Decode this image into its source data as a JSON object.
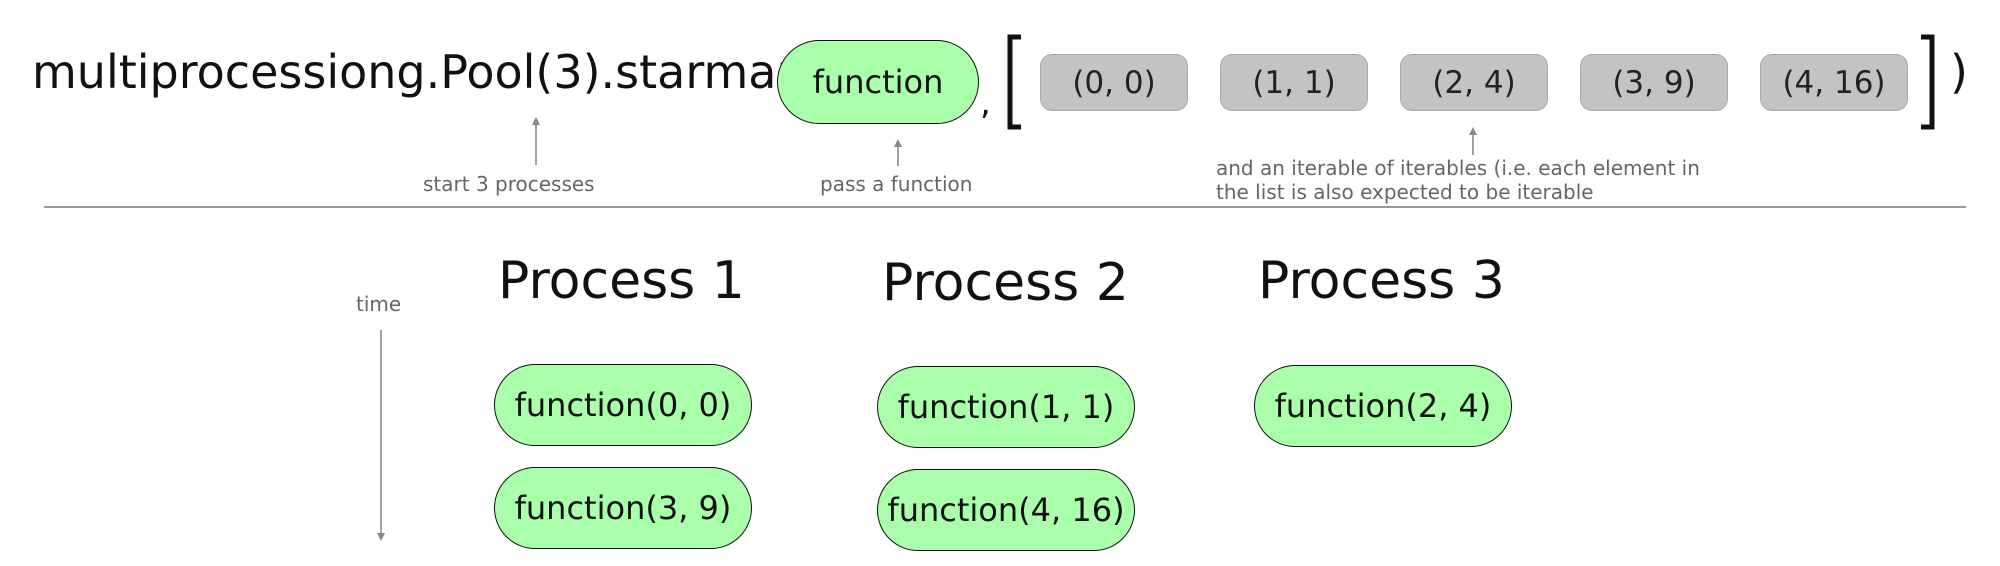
{
  "call": {
    "prefix": "multiprocessiong.Pool(3).starmap(",
    "function_label": "function",
    "comma": ",",
    "close_paren": ")"
  },
  "iterables": [
    "(0, 0)",
    "(1, 1)",
    "(2, 4)",
    "(3, 9)",
    "(4, 16)"
  ],
  "annotations": {
    "processes": "start 3 processes",
    "function": "pass a function",
    "iterable_line1": "and an iterable of iterables (i.e. each element in",
    "iterable_line2": "the list is also expected to be iterable"
  },
  "time_label": "time",
  "processes": [
    {
      "title": "Process 1",
      "calls": [
        "function(0, 0)",
        "function(3, 9)"
      ]
    },
    {
      "title": "Process 2",
      "calls": [
        "function(1, 1)",
        "function(4, 16)"
      ]
    },
    {
      "title": "Process 3",
      "calls": [
        "function(2, 4)"
      ]
    }
  ],
  "colors": {
    "function_fill": "#aaffaa",
    "iterable_fill": "#c3c3c3",
    "annotation": "#888888"
  }
}
